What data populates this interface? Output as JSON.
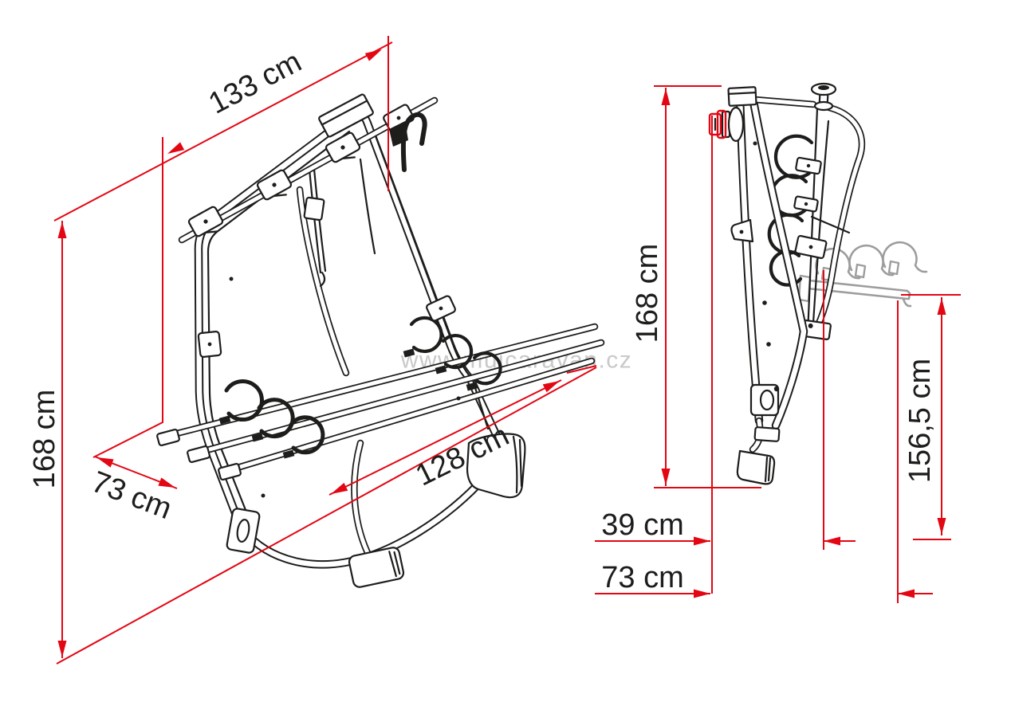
{
  "watermark": "www.mujcaravan.cz",
  "colors": {
    "dimension_red": "#e30613",
    "line_black": "#1d1d1b",
    "gray_part": "#9d9d9c",
    "watermark_gray": "#c9c9c9",
    "background": "#ffffff"
  },
  "isometric_view": {
    "dim_width_top": "133 cm",
    "dim_height": "168 cm",
    "dim_depth": "73 cm",
    "dim_width_bottom": "128 cm"
  },
  "side_view": {
    "dim_height_total": "168 cm",
    "dim_height_rail": "156,5 cm",
    "dim_offset_rail": "39 cm",
    "dim_depth_total": "73 cm"
  }
}
